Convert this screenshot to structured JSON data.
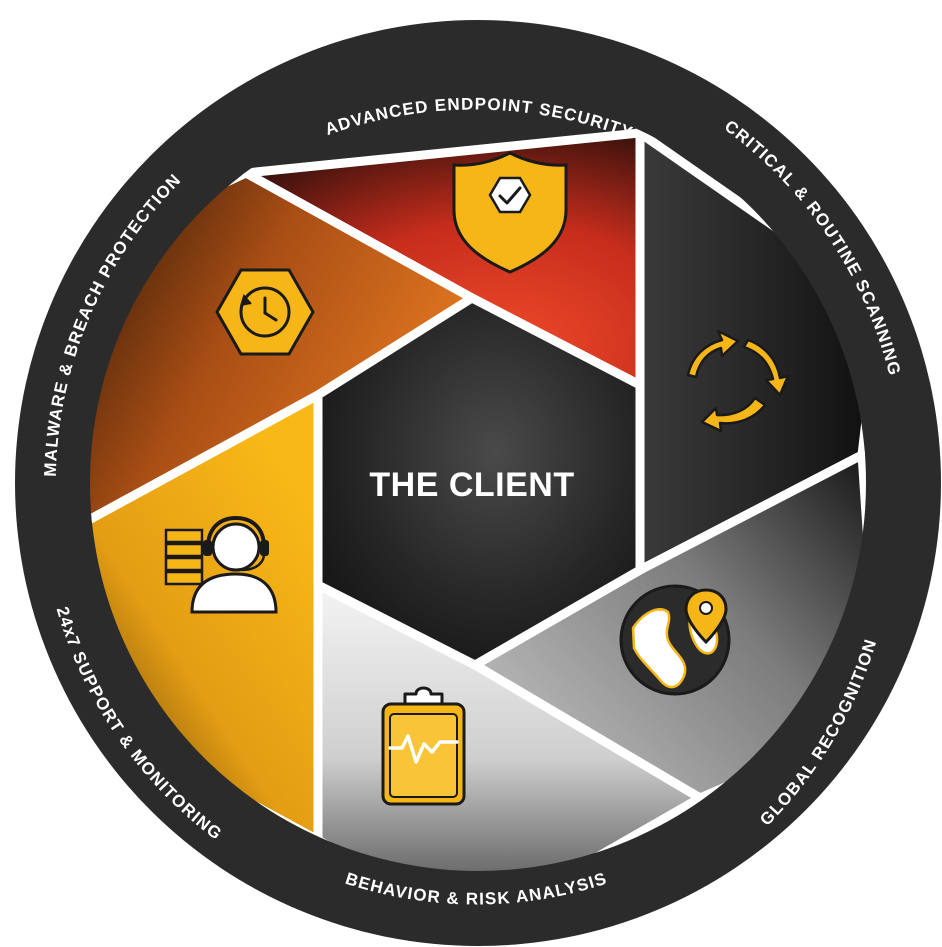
{
  "center": {
    "label": "THE CLIENT"
  },
  "segments": [
    {
      "id": "advanced-endpoint-security",
      "label": "ADVANCED ENDPOINT SECURITY",
      "icon": "shield-check-icon"
    },
    {
      "id": "critical-routine-scanning",
      "label": "CRITICAL & ROUTINE SCANNING",
      "icon": "refresh-cycle-icon"
    },
    {
      "id": "global-recognition",
      "label": "GLOBAL RECOGNITION",
      "icon": "globe-pin-icon"
    },
    {
      "id": "behavior-risk-analysis",
      "label": "BEHAVIOR & RISK ANALYSIS",
      "icon": "clipboard-pulse-icon"
    },
    {
      "id": "support-monitoring",
      "label": "24x7 SUPPORT & MONITORING",
      "icon": "headset-agent-icon"
    },
    {
      "id": "malware-breach-protection",
      "label": "MALWARE & BREACH PROTECTION",
      "icon": "history-hexagon-icon"
    }
  ],
  "colors": {
    "ring": "#2b2b2b",
    "accent": "#f6b618",
    "red": "#e8402a",
    "orange": "#d0741f",
    "yellow": "#f2b71a",
    "dark": "#222222",
    "gray": "#8a8a8a",
    "light": "#d9d9d9"
  }
}
